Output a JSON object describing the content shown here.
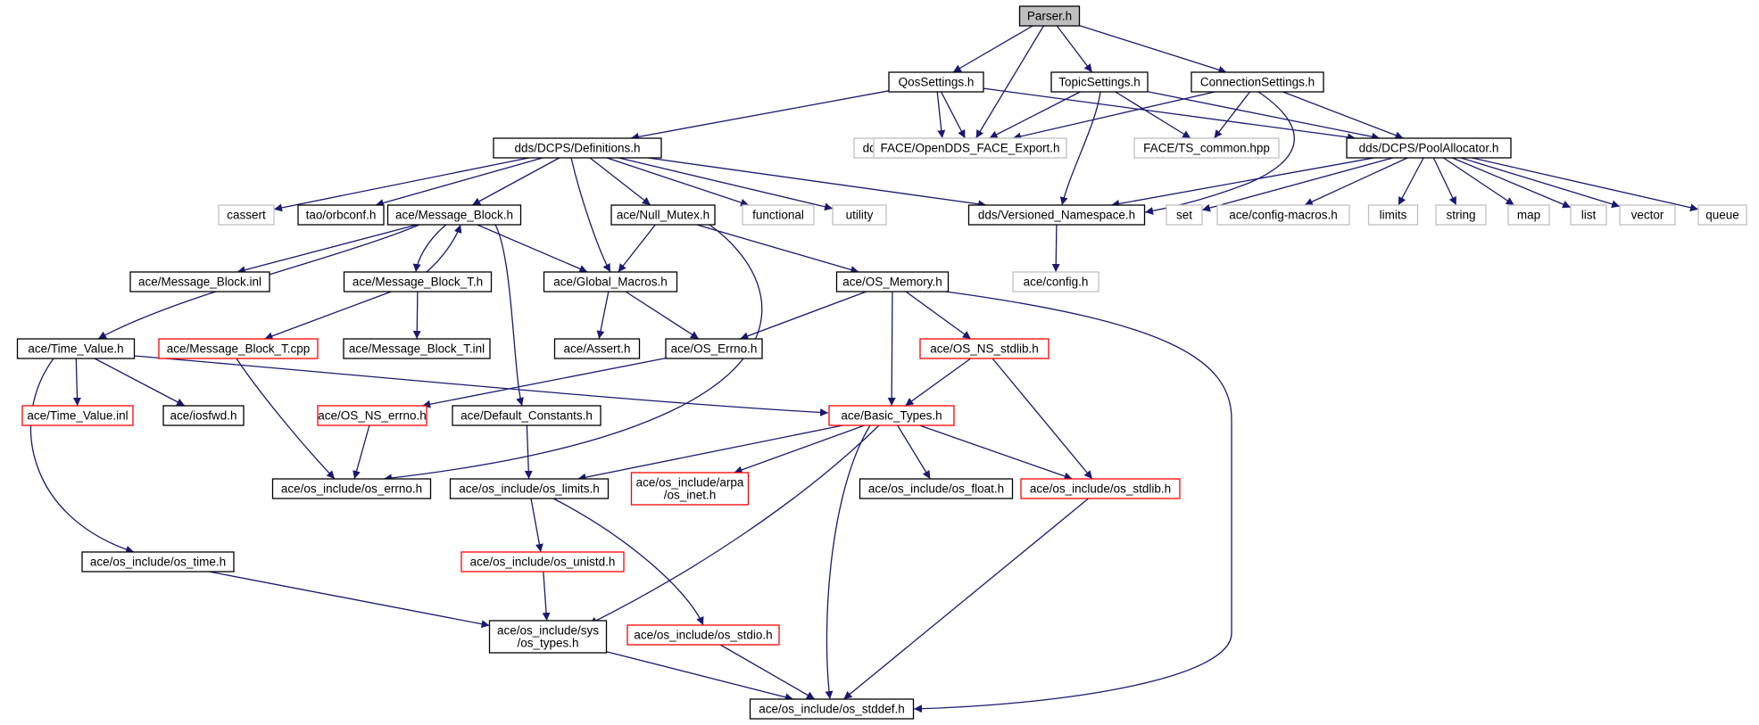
{
  "colors": {
    "edge": "#191970",
    "border_default": "#000000",
    "border_external": "#bfbfbf",
    "border_truncated": "#ff0000",
    "fill_root": "#bfbfbf",
    "fill_default": "#ffffff",
    "text_default": "#000000",
    "text_external": "#000000"
  },
  "diagram": {
    "nodes": [
      {
        "id": "parser",
        "lines": [
          "Parser.h"
        ],
        "kind": "root"
      },
      {
        "id": "qos",
        "lines": [
          "QosSettings.h"
        ],
        "kind": "normal"
      },
      {
        "id": "topic",
        "lines": [
          "TopicSettings.h"
        ],
        "kind": "normal"
      },
      {
        "id": "conn",
        "lines": [
          "ConnectionSettings.h"
        ],
        "kind": "normal"
      },
      {
        "id": "defs",
        "lines": [
          "dds/DCPS/Definitions.h"
        ],
        "kind": "normal"
      },
      {
        "id": "ddsinfra",
        "lines": [
          "dds/DdsDcpsInfrastructureC.h"
        ],
        "kind": "external"
      },
      {
        "id": "faceexp",
        "lines": [
          "FACE/OpenDDS_FACE_Export.h"
        ],
        "kind": "external"
      },
      {
        "id": "tscommon",
        "lines": [
          "FACE/TS_common.hpp"
        ],
        "kind": "external"
      },
      {
        "id": "pool",
        "lines": [
          "dds/DCPS/PoolAllocator.h"
        ],
        "kind": "normal"
      },
      {
        "id": "cassert",
        "lines": [
          "cassert"
        ],
        "kind": "external"
      },
      {
        "id": "orbconf",
        "lines": [
          "tao/orbconf.h"
        ],
        "kind": "normal"
      },
      {
        "id": "mblock",
        "lines": [
          "ace/Message_Block.h"
        ],
        "kind": "normal"
      },
      {
        "id": "nullmutex",
        "lines": [
          "ace/Null_Mutex.h"
        ],
        "kind": "normal"
      },
      {
        "id": "functional",
        "lines": [
          "functional"
        ],
        "kind": "external"
      },
      {
        "id": "utility",
        "lines": [
          "utility"
        ],
        "kind": "external"
      },
      {
        "id": "versioned",
        "lines": [
          "dds/Versioned_Namespace.h"
        ],
        "kind": "normal"
      },
      {
        "id": "set",
        "lines": [
          "set"
        ],
        "kind": "external"
      },
      {
        "id": "configmacros",
        "lines": [
          "ace/config-macros.h"
        ],
        "kind": "external"
      },
      {
        "id": "limits",
        "lines": [
          "limits"
        ],
        "kind": "external"
      },
      {
        "id": "string",
        "lines": [
          "string"
        ],
        "kind": "external"
      },
      {
        "id": "map",
        "lines": [
          "map"
        ],
        "kind": "external"
      },
      {
        "id": "list",
        "lines": [
          "list"
        ],
        "kind": "external"
      },
      {
        "id": "vector",
        "lines": [
          "vector"
        ],
        "kind": "external"
      },
      {
        "id": "queue",
        "lines": [
          "queue"
        ],
        "kind": "external"
      },
      {
        "id": "mblockinl",
        "lines": [
          "ace/Message_Block.inl"
        ],
        "kind": "normal"
      },
      {
        "id": "mblockt",
        "lines": [
          "ace/Message_Block_T.h"
        ],
        "kind": "normal"
      },
      {
        "id": "globalmacros",
        "lines": [
          "ace/Global_Macros.h"
        ],
        "kind": "normal"
      },
      {
        "id": "osmemory",
        "lines": [
          "ace/OS_Memory.h"
        ],
        "kind": "normal"
      },
      {
        "id": "configh",
        "lines": [
          "ace/config.h"
        ],
        "kind": "external"
      },
      {
        "id": "timevalue",
        "lines": [
          "ace/Time_Value.h"
        ],
        "kind": "normal"
      },
      {
        "id": "mblocktcpp",
        "lines": [
          "ace/Message_Block_T.cpp"
        ],
        "kind": "truncated"
      },
      {
        "id": "mblocktinl",
        "lines": [
          "ace/Message_Block_T.inl"
        ],
        "kind": "normal"
      },
      {
        "id": "assert",
        "lines": [
          "ace/Assert.h"
        ],
        "kind": "normal"
      },
      {
        "id": "oserrno",
        "lines": [
          "ace/OS_Errno.h"
        ],
        "kind": "normal"
      },
      {
        "id": "osnsstdlib",
        "lines": [
          "ace/OS_NS_stdlib.h"
        ],
        "kind": "truncated"
      },
      {
        "id": "timevalueinl",
        "lines": [
          "ace/Time_Value.inl"
        ],
        "kind": "truncated"
      },
      {
        "id": "iosfwd",
        "lines": [
          "ace/iosfwd.h"
        ],
        "kind": "normal"
      },
      {
        "id": "osnserrno",
        "lines": [
          "ace/OS_NS_errno.h"
        ],
        "kind": "truncated"
      },
      {
        "id": "defconst",
        "lines": [
          "ace/Default_Constants.h"
        ],
        "kind": "normal"
      },
      {
        "id": "basictypes",
        "lines": [
          "ace/Basic_Types.h"
        ],
        "kind": "truncated"
      },
      {
        "id": "oserrnoh",
        "lines": [
          "ace/os_include/os_errno.h"
        ],
        "kind": "normal"
      },
      {
        "id": "oslimits",
        "lines": [
          "ace/os_include/os_limits.h"
        ],
        "kind": "normal"
      },
      {
        "id": "osinet",
        "lines": [
          "ace/os_include/arpa",
          "/os_inet.h"
        ],
        "kind": "truncated"
      },
      {
        "id": "osfloat",
        "lines": [
          "ace/os_include/os_float.h"
        ],
        "kind": "normal"
      },
      {
        "id": "osstdlib",
        "lines": [
          "ace/os_include/os_stdlib.h"
        ],
        "kind": "truncated"
      },
      {
        "id": "ostime",
        "lines": [
          "ace/os_include/os_time.h"
        ],
        "kind": "normal"
      },
      {
        "id": "osunistd",
        "lines": [
          "ace/os_include/os_unistd.h"
        ],
        "kind": "truncated"
      },
      {
        "id": "ostypes",
        "lines": [
          "ace/os_include/sys",
          "/os_types.h"
        ],
        "kind": "normal"
      },
      {
        "id": "osstdio",
        "lines": [
          "ace/os_include/os_stdio.h"
        ],
        "kind": "truncated"
      },
      {
        "id": "osstddef",
        "lines": [
          "ace/os_include/os_stddef.h"
        ],
        "kind": "normal"
      }
    ],
    "edges": [
      [
        "parser",
        "qos"
      ],
      [
        "parser",
        "faceexp"
      ],
      [
        "parser",
        "topic"
      ],
      [
        "parser",
        "conn"
      ],
      [
        "qos",
        "defs"
      ],
      [
        "qos",
        "ddsinfra"
      ],
      [
        "qos",
        "faceexp"
      ],
      [
        "qos",
        "pool"
      ],
      [
        "topic",
        "faceexp"
      ],
      [
        "topic",
        "tscommon"
      ],
      [
        "topic",
        "pool"
      ],
      [
        "topic",
        "versioned"
      ],
      [
        "conn",
        "faceexp"
      ],
      [
        "conn",
        "tscommon"
      ],
      [
        "conn",
        "pool"
      ],
      [
        "conn",
        "versioned"
      ],
      [
        "defs",
        "cassert"
      ],
      [
        "defs",
        "orbconf"
      ],
      [
        "defs",
        "mblock"
      ],
      [
        "defs",
        "globalmacros"
      ],
      [
        "defs",
        "nullmutex"
      ],
      [
        "defs",
        "functional"
      ],
      [
        "defs",
        "utility"
      ],
      [
        "defs",
        "versioned"
      ],
      [
        "pool",
        "versioned"
      ],
      [
        "pool",
        "set"
      ],
      [
        "pool",
        "configmacros"
      ],
      [
        "pool",
        "limits"
      ],
      [
        "pool",
        "string"
      ],
      [
        "pool",
        "map"
      ],
      [
        "pool",
        "list"
      ],
      [
        "pool",
        "vector"
      ],
      [
        "pool",
        "queue"
      ],
      [
        "versioned",
        "configh"
      ],
      [
        "mblock",
        "mblockinl"
      ],
      [
        "mblock",
        "timevalue"
      ],
      [
        "mblock",
        "mblockt"
      ],
      [
        "mblock",
        "globalmacros"
      ],
      [
        "mblock",
        "defconst"
      ],
      [
        "mblockt",
        "mblock"
      ],
      [
        "mblockt",
        "mblocktcpp"
      ],
      [
        "mblockt",
        "mblocktinl"
      ],
      [
        "nullmutex",
        "globalmacros"
      ],
      [
        "nullmutex",
        "osmemory"
      ],
      [
        "nullmutex",
        "oserrnoh"
      ],
      [
        "globalmacros",
        "assert"
      ],
      [
        "globalmacros",
        "oserrno"
      ],
      [
        "osmemory",
        "oserrno"
      ],
      [
        "osmemory",
        "osnsstdlib"
      ],
      [
        "osmemory",
        "basictypes"
      ],
      [
        "osmemory",
        "osstddef"
      ],
      [
        "timevalue",
        "timevalueinl"
      ],
      [
        "timevalue",
        "iosfwd"
      ],
      [
        "timevalue",
        "basictypes"
      ],
      [
        "timevalue",
        "ostime"
      ],
      [
        "mblocktcpp",
        "oserrnoh"
      ],
      [
        "oserrno",
        "osnserrno"
      ],
      [
        "osnsstdlib",
        "basictypes"
      ],
      [
        "osnsstdlib",
        "osstdlib"
      ],
      [
        "osnserrno",
        "oserrnoh"
      ],
      [
        "defconst",
        "oslimits"
      ],
      [
        "basictypes",
        "oslimits"
      ],
      [
        "basictypes",
        "osinet"
      ],
      [
        "basictypes",
        "osfloat"
      ],
      [
        "basictypes",
        "osstdlib"
      ],
      [
        "basictypes",
        "ostypes"
      ],
      [
        "basictypes",
        "osstddef"
      ],
      [
        "oslimits",
        "osunistd"
      ],
      [
        "oslimits",
        "osstdio"
      ],
      [
        "osstdlib",
        "osstddef"
      ],
      [
        "ostime",
        "ostypes"
      ],
      [
        "osunistd",
        "ostypes"
      ],
      [
        "ostypes",
        "osstddef"
      ],
      [
        "osstdio",
        "osstddef"
      ]
    ]
  }
}
